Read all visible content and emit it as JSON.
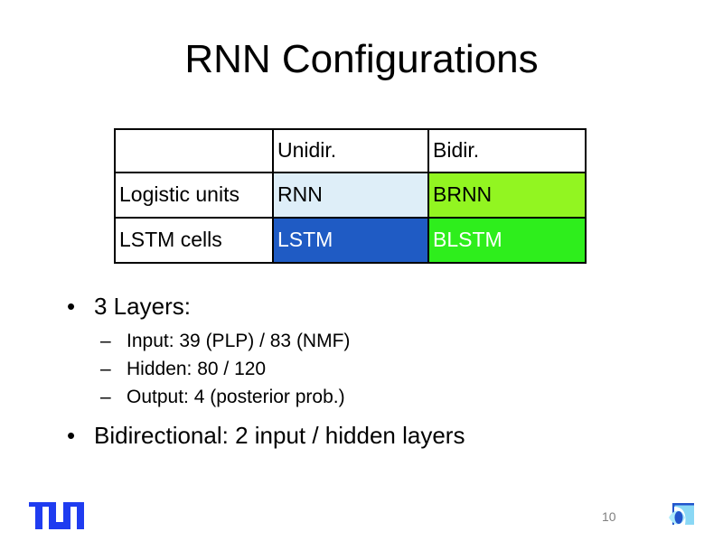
{
  "slide": {
    "title": "RNN Configurations",
    "page_number": "10"
  },
  "table": {
    "headers": [
      "",
      "Unidir.",
      "Bidir."
    ],
    "rows": [
      {
        "label": "Logistic units",
        "unidir": {
          "text": "RNN",
          "bg": "#deeef8",
          "fg": "#000000"
        },
        "bidir": {
          "text": "BRNN",
          "bg": "#92f521",
          "fg": "#000000"
        }
      },
      {
        "label": "LSTM cells",
        "unidir": {
          "text": "LSTM",
          "bg": "#1f5bc4",
          "fg": "#ffffff"
        },
        "bidir": {
          "text": "BLSTM",
          "bg": "#2eee1c",
          "fg": "#ffffff"
        }
      }
    ]
  },
  "bullets": {
    "marker_level1": "•",
    "marker_level2": "–",
    "items": [
      {
        "level": 1,
        "text": "3 Layers:"
      },
      {
        "level": 2,
        "text": "Input: 39 (PLP) / 83 (NMF)"
      },
      {
        "level": 2,
        "text": "Hidden: 80 / 120"
      },
      {
        "level": 2,
        "text": "Output: 4 (posterior prob.)"
      },
      {
        "level": 1,
        "text": "Bidirectional: 2 input / hidden layers"
      }
    ]
  },
  "logos": {
    "tum": {
      "name": "tum-logo",
      "color": "#1f3cf0"
    },
    "corner": {
      "name": "institute-logo",
      "color_light": "#8ad8f5",
      "color_dark": "#2255cc"
    }
  }
}
